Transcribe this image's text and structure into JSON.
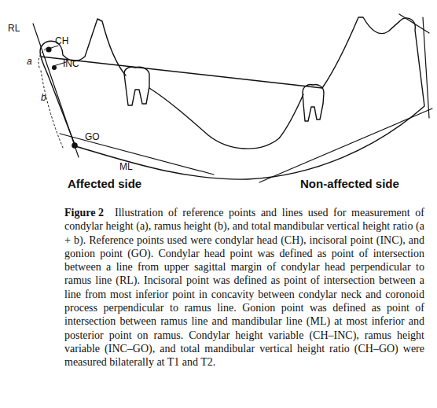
{
  "diagram": {
    "caption": "Illustration of reference points and lines used for measurement of condylar height (a), ramus height (b), and total mandibular vertical height ratio (a + b). Reference points used were condylar head (CH), incisoral point (INC), and gonion point (GO). Condylar head point was defined as point of intersection between a line from upper sagittal margin of condylar head perpendicular to ramus line (RL). Incisoral point was defined as point of intersection between a line from most inferior point in concavity between condylar neck and coronoid process perpendicular to ramus line. Gonion point was defined as point of intersection between ramus line and mandibular line (ML) at most inferior and posterior point on ramus. Condylar height variable (CH–INC), ramus height variable (INC–GO), and total mandibular vertical height ratio (CH–GO) were measured bilaterally at T1 and T2.",
    "labels": [
      "RL",
      "CH",
      "a",
      "INC",
      "b",
      "GO",
      "ML",
      "Affected side",
      "Non-affected side",
      "Figure 2"
    ]
  }
}
